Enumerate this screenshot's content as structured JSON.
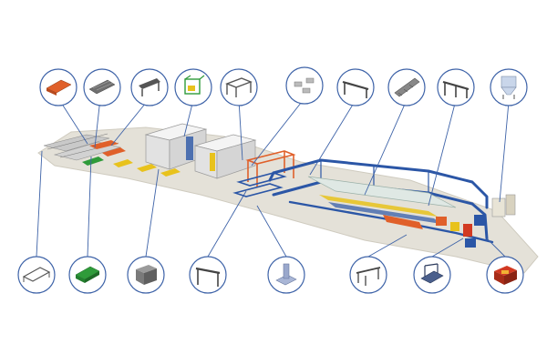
{
  "diagram": {
    "kind": "isometric production line overview",
    "colors": {
      "floor": "#e4e1d8",
      "floor_edge": "#cfcbbf",
      "callout_ring": "#3e63a8",
      "callout_fill": "#ffffff",
      "leader_line": "#3e63a8",
      "gantry_blue": "#2b56a6",
      "beam_orange": "#e0602a",
      "conveyor_gray": "#9a9a9a",
      "booth_white": "#f4f4f4",
      "accent_yellow": "#e8c21c",
      "accent_green": "#2f9b3a",
      "accent_red": "#d23a22"
    },
    "callouts_top": [
      {
        "id": "t1",
        "icon": "orange-pallet-icon"
      },
      {
        "id": "t2",
        "icon": "roller-conveyor-icon"
      },
      {
        "id": "t3",
        "icon": "angled-rack-icon"
      },
      {
        "id": "t4",
        "icon": "green-frame-cage-icon"
      },
      {
        "id": "t5",
        "icon": "transfer-frame-icon"
      },
      {
        "id": "t6",
        "icon": "clamp-parts-icon"
      },
      {
        "id": "t7",
        "icon": "gantry-beam-icon"
      },
      {
        "id": "t8",
        "icon": "ladder-track-icon"
      },
      {
        "id": "t9",
        "icon": "bridge-frame-icon"
      },
      {
        "id": "t10",
        "icon": "dust-collector-icon"
      }
    ],
    "callouts_bottom": [
      {
        "id": "b1",
        "icon": "sliding-table-icon"
      },
      {
        "id": "b2",
        "icon": "green-cart-icon"
      },
      {
        "id": "b3",
        "icon": "gray-cabinet-icon"
      },
      {
        "id": "b4",
        "icon": "portal-frame-icon"
      },
      {
        "id": "b5",
        "icon": "column-base-icon"
      },
      {
        "id": "b6",
        "icon": "work-bench-icon"
      },
      {
        "id": "b7",
        "icon": "steel-structure-icon"
      },
      {
        "id": "b8",
        "icon": "red-hopper-icon"
      }
    ]
  }
}
